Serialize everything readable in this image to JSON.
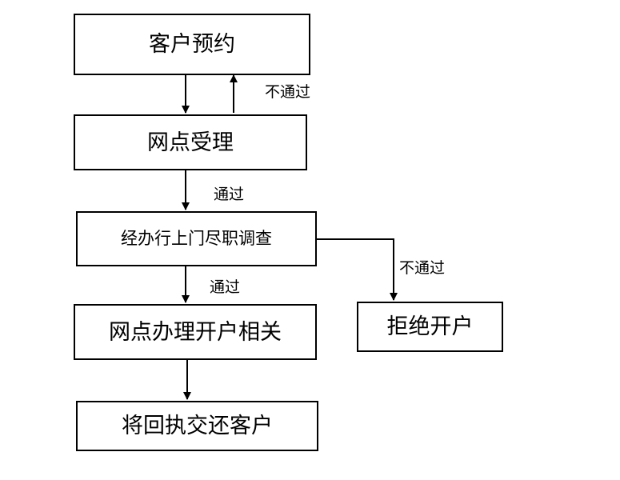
{
  "nodes": {
    "appointment": "客户预约",
    "accept": "网点受理",
    "due_diligence": "经办行上门尽职调查",
    "open_account": "网点办理开户相关",
    "return_receipt": "将回执交还客户",
    "reject": "拒绝开户"
  },
  "edge_labels": {
    "accept_fail": "不通过",
    "accept_pass": "通过",
    "diligence_pass": "通过",
    "diligence_fail": "不通过"
  },
  "colors": {
    "stroke": "#000000",
    "background": "#ffffff"
  }
}
